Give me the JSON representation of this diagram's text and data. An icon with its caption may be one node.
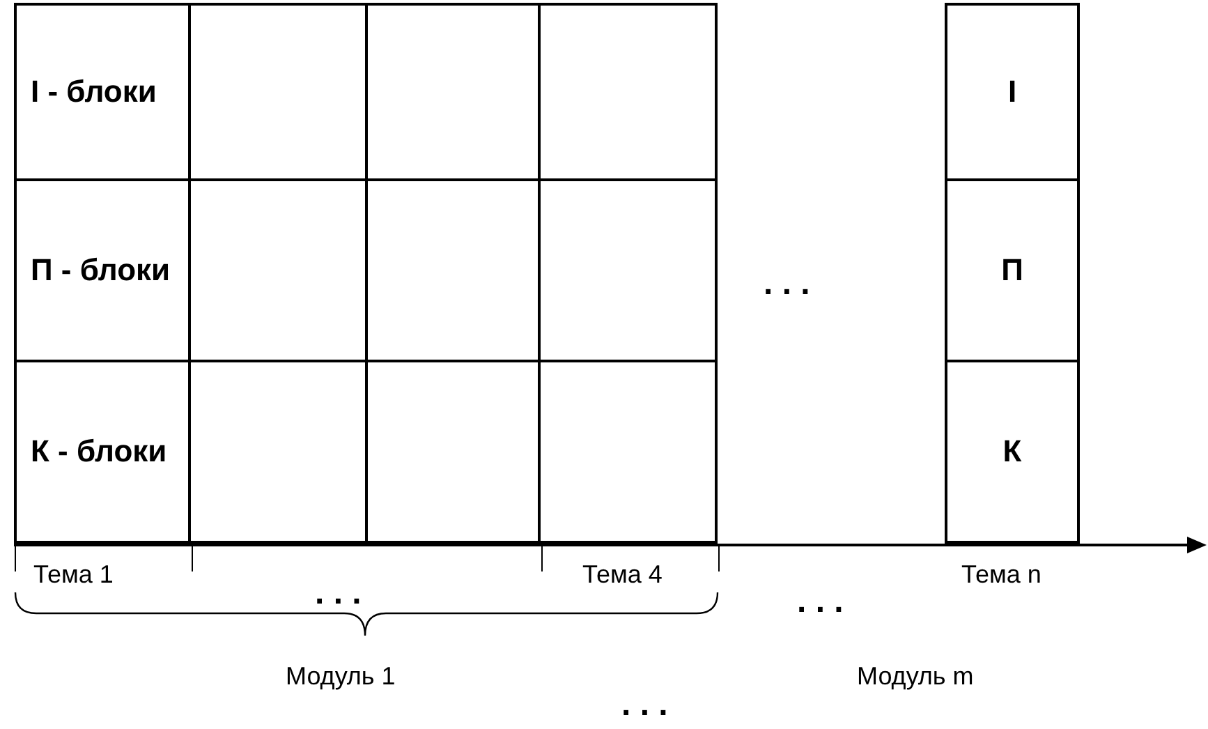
{
  "diagram": {
    "nodes": [
      {
        "text": [
          "І - блоки"
        ]
      },
      {
        "text": [],
        "shape": "box"
      },
      {
        "text": [],
        "shape": "box"
      },
      {
        "text": [],
        "shape": "box"
      },
      {
        "text": [
          "І"
        ]
      },
      {
        "text": [
          "П - блоки"
        ]
      },
      {
        "text": [],
        "shape": "box"
      },
      {
        "text": [],
        "shape": "box"
      },
      {
        "text": [],
        "shape": "box"
      },
      {
        "text": [
          "П"
        ]
      },
      {
        "text": [
          "К - блоки"
        ]
      },
      {
        "text": [],
        "shape": "box"
      },
      {
        "text": [],
        "shape": "box"
      },
      {
        "text": [],
        "shape": "box"
      },
      {
        "text": [
          "К"
        ]
      }
    ],
    "labels": [
      ". . .",
      "Тема 1",
      ". . .",
      "Тема 4",
      ". . .",
      "Тема n",
      "Модуль 1",
      "Модуль m",
      ". . ."
    ]
  }
}
